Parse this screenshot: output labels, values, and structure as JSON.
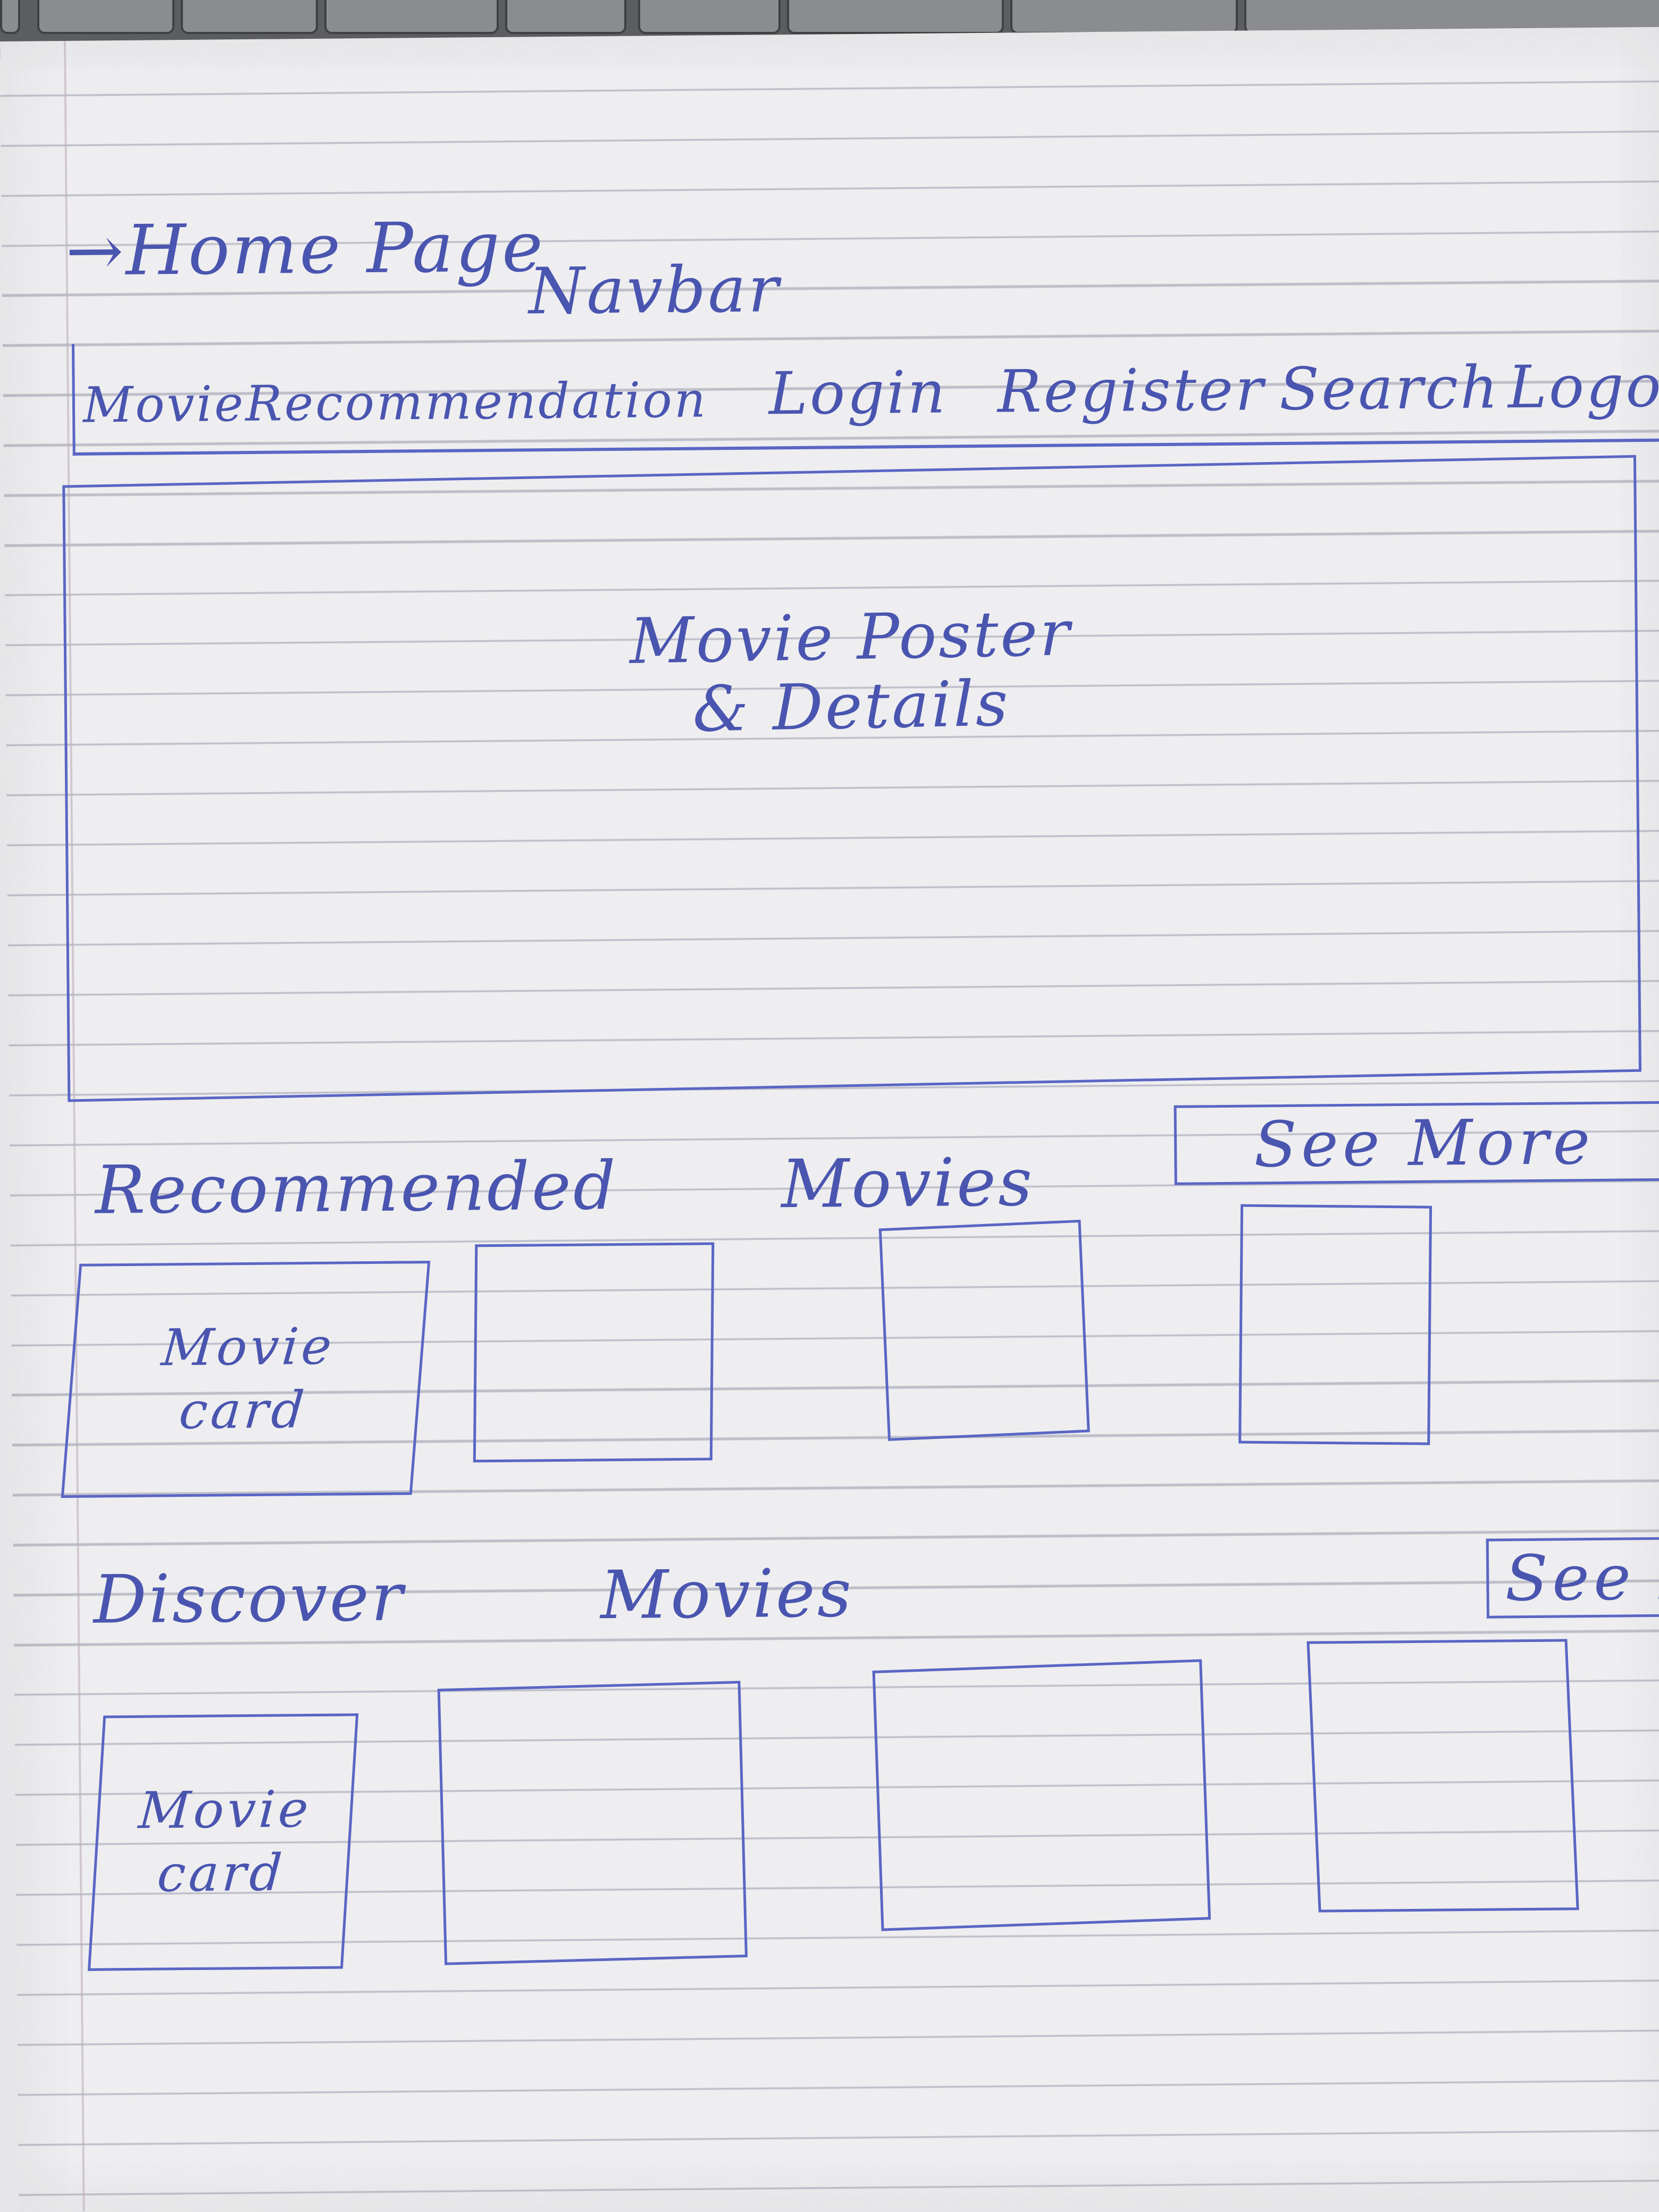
{
  "page_title": "→Home Page",
  "navbar": {
    "note": "Navbar",
    "brand": "MovieRecommendation",
    "links": [
      "Login",
      "Register",
      "Search",
      "Logou"
    ]
  },
  "hero": {
    "line1": "Movie Poster",
    "line2": "& Details"
  },
  "sections": [
    {
      "title_part1": "Recommended",
      "title_part2": "Movies",
      "see_more": "See More",
      "cards": [
        "Movie card",
        "",
        "",
        ""
      ]
    },
    {
      "title_part1": "Discover",
      "title_part2": "Movies",
      "see_more": "See M",
      "cards": [
        "Movie card",
        "",
        "",
        ""
      ]
    }
  ],
  "colors": {
    "ink": "#4a55b0",
    "paper": "#eeeef0"
  }
}
